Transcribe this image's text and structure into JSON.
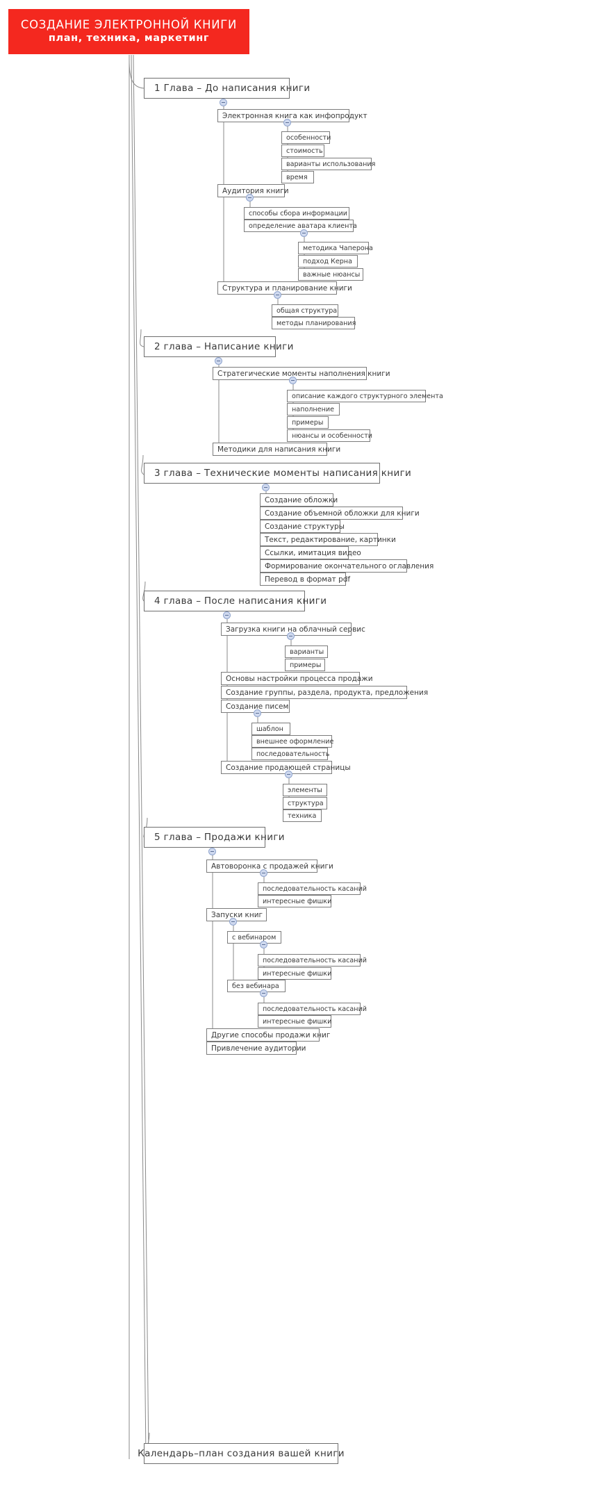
{
  "banner": {
    "title_line1": "СОЗДАНИЕ ЭЛЕКТРОННОЙ КНИГИ",
    "title_line2": "план, техника, маркетинг",
    "color": "#f4281f",
    "text_color": "#ffffff"
  },
  "footer": {
    "label": "Календарь–план создания вашей книги"
  },
  "colors": {
    "node_border": "#7b7b7b",
    "node_background": "#ffffff",
    "connector": "#8a8a8a",
    "toggle_fill": "#cfd9ef",
    "toggle_border": "#8fa4cd",
    "text": "#3a3a3a"
  },
  "icons": {
    "collapse": "collapse-toggle-icon"
  },
  "chart_data": {
    "type": "tree",
    "title": "СОЗДАНИЕ ЭЛЕКТРОННОЙ КНИГИ — план, техника, маркетинг",
    "root": "СОЗДАНИЕ ЭЛЕКТРОННОЙ КНИГИ",
    "chapters": 5
  },
  "nodes": {
    "ch1": {
      "label": "1 Глава – До написания книги"
    },
    "n1_1": {
      "label": "Электронная книга как инфопродукт"
    },
    "n1_1_1": {
      "label": "особенности"
    },
    "n1_1_2": {
      "label": "стоимость"
    },
    "n1_1_3": {
      "label": "варианты использования"
    },
    "n1_1_4": {
      "label": "время"
    },
    "n1_2": {
      "label": "Аудитория книги"
    },
    "n1_2_1": {
      "label": "способы сбора информации"
    },
    "n1_2_2": {
      "label": "определение аватара клиента"
    },
    "n1_2_2_1": {
      "label": "методика Чаперона"
    },
    "n1_2_2_2": {
      "label": "подход Керна"
    },
    "n1_2_2_3": {
      "label": "важные нюансы"
    },
    "n1_3": {
      "label": "Структура и планирование книги"
    },
    "n1_3_1": {
      "label": "общая структура"
    },
    "n1_3_2": {
      "label": "методы планирования"
    },
    "ch2": {
      "label": "2 глава – Написание книги"
    },
    "n2_1": {
      "label": "Стратегические моменты наполнения книги"
    },
    "n2_1_1": {
      "label": "описание каждого структурного элемента"
    },
    "n2_1_2": {
      "label": "наполнение"
    },
    "n2_1_3": {
      "label": "примеры"
    },
    "n2_1_4": {
      "label": "нюансы и особенности"
    },
    "n2_2": {
      "label": "Методики для написания книги"
    },
    "ch3": {
      "label": "3 глава – Технические моменты написания книги"
    },
    "n3_1": {
      "label": "Создание обложки"
    },
    "n3_2": {
      "label": "Создание объемной обложки для книги"
    },
    "n3_3": {
      "label": "Создание структуры"
    },
    "n3_4": {
      "label": "Текст, редактирование, картинки"
    },
    "n3_5": {
      "label": "Ссылки, имитация видео"
    },
    "n3_6": {
      "label": "Формирование окончательного оглавления"
    },
    "n3_7": {
      "label": "Перевод в формат pdf"
    },
    "ch4": {
      "label": "4 глава – После написания книги"
    },
    "n4_1": {
      "label": "Загрузка книги на облачный сервис"
    },
    "n4_1_1": {
      "label": "варианты"
    },
    "n4_1_2": {
      "label": "примеры"
    },
    "n4_2": {
      "label": "Основы настройки процесса продажи"
    },
    "n4_3": {
      "label": "Создание группы, раздела, продукта, предложения"
    },
    "n4_4": {
      "label": "Создание писем"
    },
    "n4_4_1": {
      "label": "шаблон"
    },
    "n4_4_2": {
      "label": "внешнее оформление"
    },
    "n4_4_3": {
      "label": "последовательность"
    },
    "n4_5": {
      "label": "Создание продающей страницы"
    },
    "n4_5_1": {
      "label": "элементы"
    },
    "n4_5_2": {
      "label": "структура"
    },
    "n4_5_3": {
      "label": "техника"
    },
    "ch5": {
      "label": "5 глава – Продажи книги"
    },
    "n5_1": {
      "label": "Автоворонка с продажей книги"
    },
    "n5_1_1": {
      "label": "последовательность касаний"
    },
    "n5_1_2": {
      "label": "интересные фишки"
    },
    "n5_2": {
      "label": "Запуски книг"
    },
    "n5_2_1": {
      "label": "с вебинаром"
    },
    "n5_2_1_1": {
      "label": "последовательность касаний"
    },
    "n5_2_1_2": {
      "label": "интересные фишки"
    },
    "n5_2_2": {
      "label": "без вебинара"
    },
    "n5_2_2_1": {
      "label": "последовательность касаний"
    },
    "n5_2_2_2": {
      "label": "интересные фишки"
    },
    "n5_3": {
      "label": "Другие способы продажи книг"
    },
    "n5_4": {
      "label": "Привлечение аудитории"
    }
  }
}
